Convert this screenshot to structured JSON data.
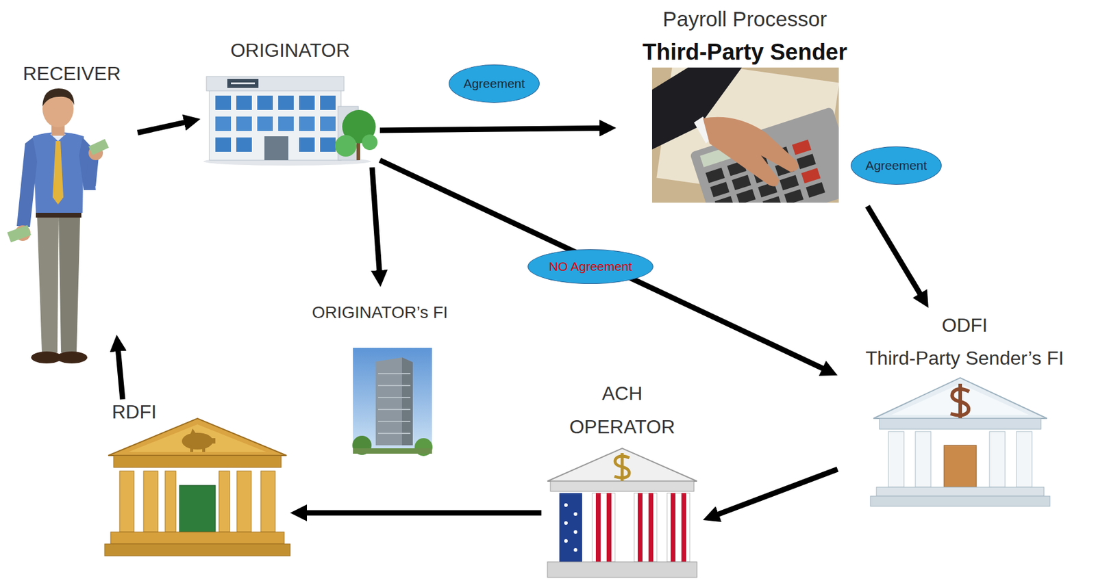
{
  "diagram": {
    "nodes": [
      {
        "text": [
          "RECEIVER"
        ]
      },
      {
        "text": [
          "ORIGINATOR"
        ]
      },
      {
        "text": [
          "Payroll Processor",
          "Third-Party Sender"
        ]
      },
      {
        "text": [
          "ORIGINATOR’s FI"
        ]
      },
      {
        "text": [
          "ODFI",
          "Third-Party Sender’s FI"
        ]
      },
      {
        "text": [
          "ACH OPERATOR"
        ]
      },
      {
        "text": [
          "RDFI"
        ]
      }
    ],
    "edges": [
      {
        "from": 0,
        "to": 1,
        "arrow": "to"
      },
      {
        "from": 1,
        "to": 2,
        "arrow": "to",
        "label": "Agreement"
      },
      {
        "from": 2,
        "to": 4,
        "arrow": "to",
        "label": "Agreement"
      },
      {
        "from": 1,
        "to": 3,
        "arrow": "to"
      },
      {
        "from": 1,
        "to": 4,
        "arrow": "to",
        "label": "NO Agreement"
      },
      {
        "from": 4,
        "to": 5,
        "arrow": "to"
      },
      {
        "from": 5,
        "to": 6,
        "arrow": "to"
      },
      {
        "from": 6,
        "to": 0,
        "arrow": "to"
      }
    ]
  }
}
